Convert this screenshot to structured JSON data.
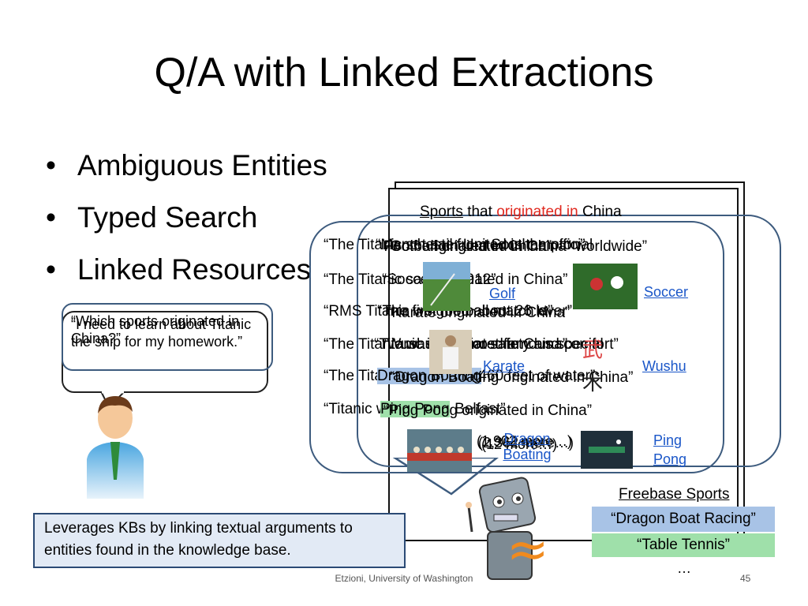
{
  "slide": {
    "title": "Q/A with Linked Extractions",
    "bullets": [
      "Ambiguous Entities",
      "Typed Search",
      "Linked Resources"
    ],
    "callout": "Leverages KBs by linking textual arguments to entities found in the knowledge base.",
    "footer": "Etzioni, University of Washington",
    "page_number": "45"
  },
  "user_bubbles": {
    "back": "“I need to learn about Titanic the ship for my homework.”",
    "front": "“Which sports originated in China?”"
  },
  "answer_header": {
    "w1": "Sports",
    "w2": "that",
    "w3": "originated in",
    "w4": "China"
  },
  "back_lines": [
    "“The Titanic set sail from Southampton”",
    "“The Titanic sank in 1912”",
    "“RMS Titanic weighed about 26 kt”",
    "“The Titanic was built for safety and comfort”",
    "“The Titanic sank in 12,460 feet of water”",
    "“Titanic was built in Belfast”"
  ],
  "front_lines": [
    "“Golf originated in China”",
    "“Soccer originated in China”",
    "“Karate originated in China”",
    "“Wushu originated in China”",
    "“Dragon Boating originated in China”",
    "“Ping Pong originated in China”"
  ],
  "front_highlights": {
    "dragon": "Dragon Boating",
    "pingpong": "Ping Pong"
  },
  "overlay_lines": [
    "“Manchester United is the official",
    "“Football originated in China” worldwide”",
    "“The first football match ever”",
    "“Titanic is the most famous special"
  ],
  "more_labels": [
    "(1,902 more…)",
    "(2,362 more…)",
    "(12 more…)"
  ],
  "sport_links": {
    "golf": "Golf",
    "soccer": "Soccer",
    "karate": "Karate",
    "wushu": "Wushu",
    "dragon": "Dragon Boating",
    "pingpong": "Ping Pong"
  },
  "freebase": {
    "title": "Freebase Sports",
    "item1": "“Dragon Boat Racing”",
    "item2": "“Table Tennis”",
    "more": "…"
  },
  "colors": {
    "accent_red": "#e0281e",
    "box_blue": "#3d5b7e",
    "hl_blue": "#a8c3e6",
    "hl_green": "#9fe0aa"
  }
}
